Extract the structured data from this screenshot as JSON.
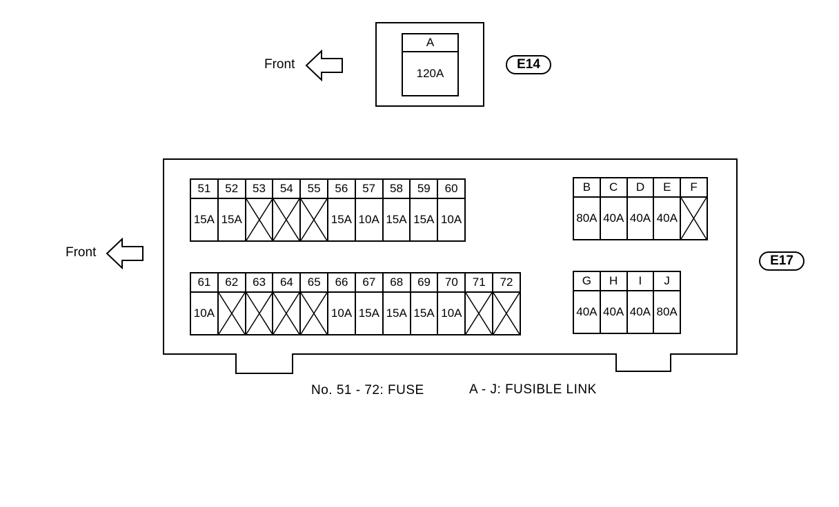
{
  "front_label": "Front",
  "e14": {
    "connector": "E14",
    "link_id": "A",
    "link_rating": "120A"
  },
  "e17": {
    "connector": "E17",
    "fuse_row1": [
      {
        "num": "51",
        "rating": "15A"
      },
      {
        "num": "52",
        "rating": "15A"
      },
      {
        "num": "53",
        "rating": ""
      },
      {
        "num": "54",
        "rating": ""
      },
      {
        "num": "55",
        "rating": ""
      },
      {
        "num": "56",
        "rating": "15A"
      },
      {
        "num": "57",
        "rating": "10A"
      },
      {
        "num": "58",
        "rating": "15A"
      },
      {
        "num": "59",
        "rating": "15A"
      },
      {
        "num": "60",
        "rating": "10A"
      }
    ],
    "fuse_row2": [
      {
        "num": "61",
        "rating": "10A"
      },
      {
        "num": "62",
        "rating": ""
      },
      {
        "num": "63",
        "rating": ""
      },
      {
        "num": "64",
        "rating": ""
      },
      {
        "num": "65",
        "rating": ""
      },
      {
        "num": "66",
        "rating": "10A"
      },
      {
        "num": "67",
        "rating": "15A"
      },
      {
        "num": "68",
        "rating": "15A"
      },
      {
        "num": "69",
        "rating": "15A"
      },
      {
        "num": "70",
        "rating": "10A"
      },
      {
        "num": "71",
        "rating": ""
      },
      {
        "num": "72",
        "rating": ""
      }
    ],
    "link_row1": [
      {
        "num": "B",
        "rating": "80A"
      },
      {
        "num": "C",
        "rating": "40A"
      },
      {
        "num": "D",
        "rating": "40A"
      },
      {
        "num": "E",
        "rating": "40A"
      },
      {
        "num": "F",
        "rating": ""
      }
    ],
    "link_row2": [
      {
        "num": "G",
        "rating": "40A"
      },
      {
        "num": "H",
        "rating": "40A"
      },
      {
        "num": "I",
        "rating": "40A"
      },
      {
        "num": "J",
        "rating": "80A"
      }
    ]
  },
  "caption": {
    "fuse": "No. 51 - 72: FUSE",
    "link": "A - J: FUSIBLE LINK"
  }
}
